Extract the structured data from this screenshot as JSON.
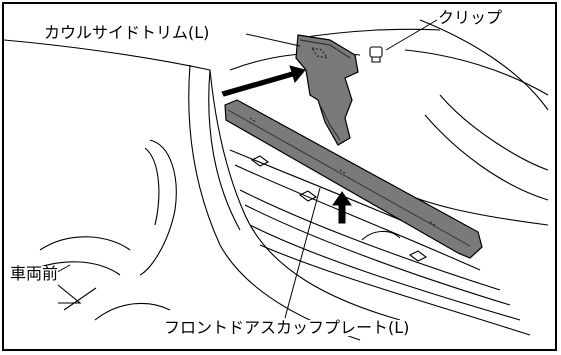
{
  "labels": {
    "cowl_side_trim": "カウルサイドトリム(L)",
    "clip": "クリップ",
    "front_door_scuff_plate": "フロントドアスカッフプレート(L)",
    "vehicle_front": "車両前"
  },
  "colors": {
    "line": "#000000",
    "part_fill": "#7a7a7a",
    "part_dark": "#555555",
    "arrow": "#000000"
  }
}
